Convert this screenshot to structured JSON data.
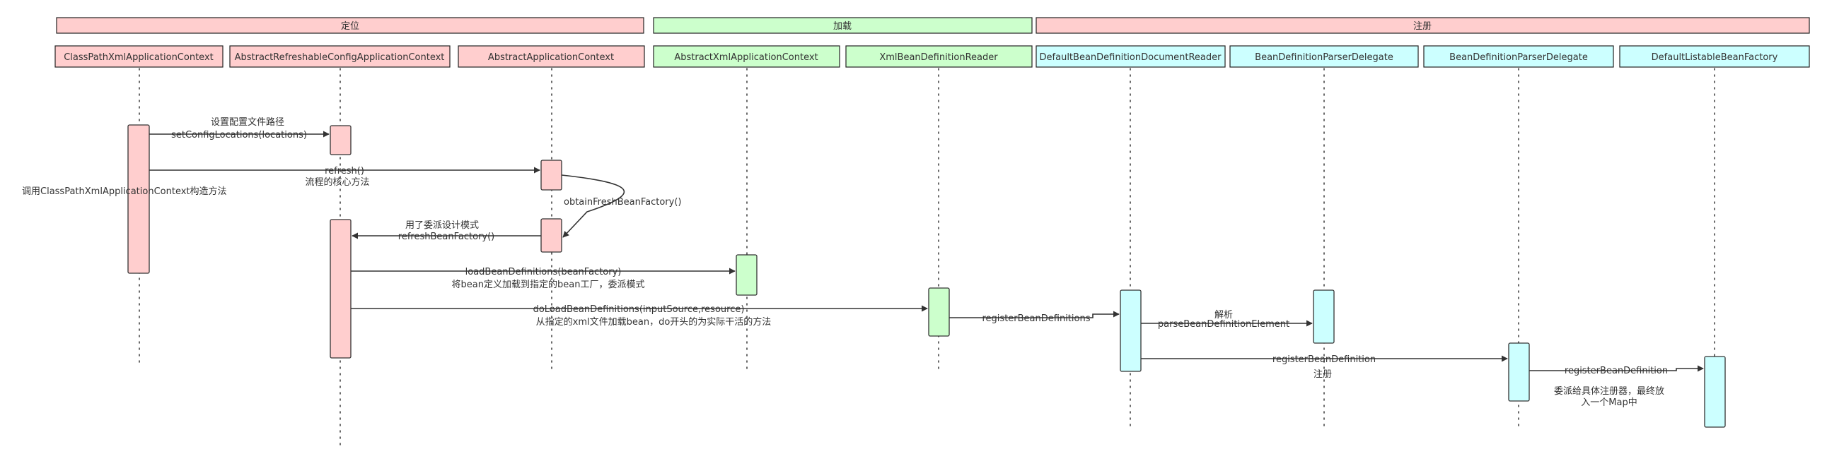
{
  "phases": [
    {
      "label": "定位",
      "color": "#ffcece"
    },
    {
      "label": "加载",
      "color": "#ccffcc"
    },
    {
      "label": "注册",
      "color": "#ffcece"
    }
  ],
  "participants": [
    {
      "label": "ClassPathXmlApplicationContext",
      "color": "#ffcece"
    },
    {
      "label": "AbstractRefreshableConfigApplicationContext",
      "color": "#ffcece"
    },
    {
      "label": "AbstractApplicationContext",
      "color": "#ffcece"
    },
    {
      "label": "AbstractXmlApplicationContext",
      "color": "#ccffcc"
    },
    {
      "label": "XmlBeanDefinitionReader",
      "color": "#ccffcc"
    },
    {
      "label": "DefaultBeanDefinitionDocumentReader",
      "color": "#ccffff"
    },
    {
      "label": "BeanDefinitionParserDelegate",
      "color": "#ccffff"
    },
    {
      "label": "BeanDefinitionParserDelegate",
      "color": "#ccffff"
    },
    {
      "label": "DefaultListableBeanFactory",
      "color": "#ccffff"
    }
  ],
  "notes": {
    "constructor_note": "调用ClassPathXmlApplicationContext构造方法"
  },
  "messages": {
    "set_config_title": "设置配置文件路径",
    "set_config_call": "setConfigLocations(locations)",
    "refresh_call": "refresh()",
    "refresh_note": "流程的核心方法",
    "obtain_call": "obtainFreshBeanFactory()",
    "delegate_note": "用了委派设计模式",
    "refresh_bf_call": "refreshBeanFactory()",
    "load_call": "loadBeanDefinitions(beanFactory)",
    "load_note": "将bean定义加载到指定的bean工厂，委派模式",
    "doload_call": "doLoadBeanDefinitions(inputSource,resource)",
    "doload_note": "从指定的xml文件加载bean，do开头的为实际干活的方法",
    "register_defs_call": "registerBeanDefinitions",
    "parse_title": "解析",
    "parse_call": "parseBeanDefinitionElement",
    "register_def_call": "registerBeanDefinition",
    "register_note": "注册",
    "register_def_call_2": "registerBeanDefinition",
    "final_note_line1": "委派给具体注册器，最终放",
    "final_note_line2": "入一个Map中"
  },
  "colors": {
    "locate": "#ffcece",
    "load": "#ccffcc",
    "register": "#ccffff",
    "line": "#333333"
  }
}
